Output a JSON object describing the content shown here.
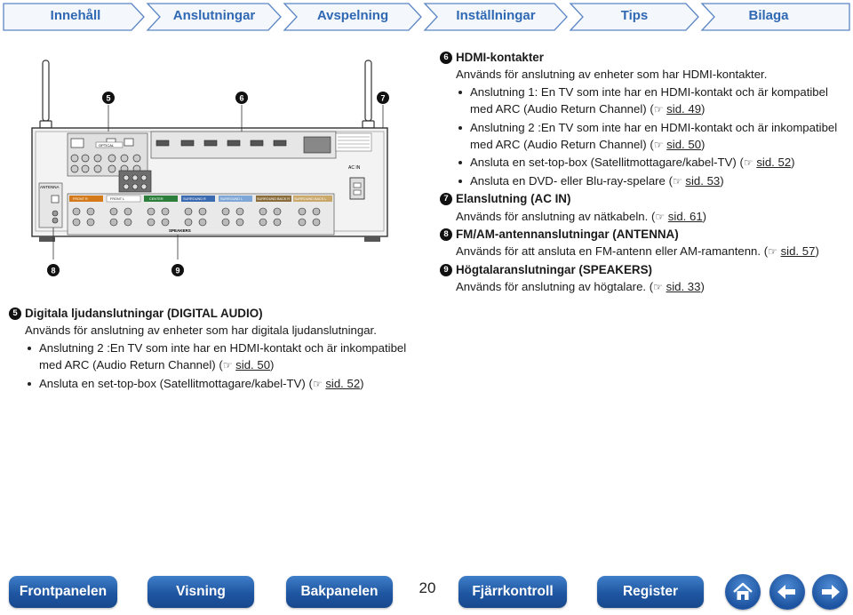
{
  "tabs": [
    {
      "label": "Innehåll"
    },
    {
      "label": "Anslutningar"
    },
    {
      "label": "Avspelning"
    },
    {
      "label": "Inställningar"
    },
    {
      "label": "Tips"
    },
    {
      "label": "Bilaga"
    }
  ],
  "diagram": {
    "callouts": [
      "5",
      "6",
      "7",
      "8",
      "9"
    ],
    "labels": {
      "antenna": "ANTENNA",
      "ac_in": "AC IN",
      "speakers": "SPEAKERS",
      "optical": "OPTICAL",
      "front_r": "FRONT R",
      "front_l": "FRONT L",
      "center": "CENTER",
      "surround_r": "SURROUND R",
      "surround_l": "SURROUND L",
      "surround_back_r": "SURROUND BACK R",
      "surround_back_l": "SURROUND BACK L"
    }
  },
  "left_column": {
    "sections": [
      {
        "number": "5",
        "title": "Digitala ljudanslutningar (DIGITAL AUDIO)",
        "description": "Används för anslutning av enheter som har digitala ljudanslutningar.",
        "bullets": [
          {
            "text": "Anslutning 2 :En TV som inte har en HDMI-kontakt och är inkompatibel med ARC (Audio Return Channel)",
            "ref_page": "sid. 50"
          },
          {
            "text": "Ansluta en set-top-box (Satellitmottagare/kabel-TV)",
            "ref_page": "sid. 52"
          }
        ]
      }
    ]
  },
  "right_column": {
    "sections": [
      {
        "number": "6",
        "title": "HDMI-kontakter",
        "description": "Används för anslutning av enheter som har HDMI-kontakter.",
        "bullets": [
          {
            "text": "Anslutning 1: En TV som inte har en HDMI-kontakt och är kompatibel med ARC (Audio Return Channel)",
            "ref_page": "sid. 49"
          },
          {
            "text": "Anslutning 2 :En TV som inte har en HDMI-kontakt och är inkompatibel med ARC (Audio Return Channel)",
            "ref_page": "sid. 50"
          },
          {
            "text": "Ansluta en set-top-box (Satellitmottagare/kabel-TV)",
            "ref_page": "sid. 52"
          },
          {
            "text": "Ansluta en DVD- eller Blu-ray-spelare",
            "ref_page": "sid. 53"
          }
        ]
      },
      {
        "number": "7",
        "title": "Elanslutning (AC IN)",
        "description": "Används för anslutning av nätkabeln.",
        "ref_page": "sid. 61"
      },
      {
        "number": "8",
        "title": "FM/AM-antennanslutningar (ANTENNA)",
        "description": "Används för att ansluta en FM-antenn eller AM-ramantenn.",
        "ref_page": "sid. 57"
      },
      {
        "number": "9",
        "title": "Högtalaranslutningar (SPEAKERS)",
        "description": "Används för anslutning av högtalare.",
        "ref_page": "sid. 33"
      }
    ]
  },
  "bottom_nav": {
    "buttons": [
      {
        "label": "Frontpanelen"
      },
      {
        "label": "Visning"
      },
      {
        "label": "Bakpanelen"
      },
      {
        "label": "Fjärrkontroll"
      },
      {
        "label": "Register"
      }
    ],
    "page_number": "20",
    "icons": [
      "home-icon",
      "arrow-left-icon",
      "arrow-right-icon"
    ]
  },
  "colors": {
    "tab_text": "#2f68b3",
    "nav_blue": "#1f56a2",
    "tab_border": "#5b86c4"
  }
}
